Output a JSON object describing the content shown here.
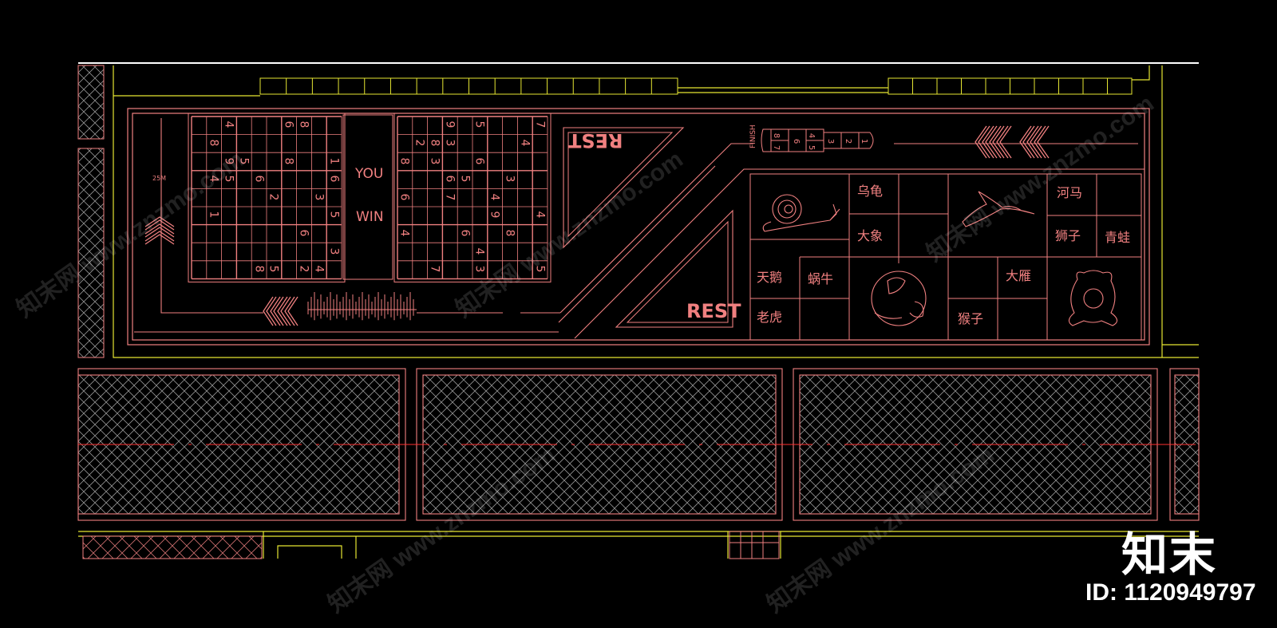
{
  "plan": {
    "colors": {
      "line": "#f08080",
      "border": "#e6e632",
      "white": "#ffffff",
      "background": "#000000",
      "dim_red": "#ff3030"
    },
    "labels": {
      "you": "YOU",
      "win": "WIN",
      "rest_top": "REST",
      "rest_bottom": "REST",
      "finish": "FINISH",
      "dist_25m": "25M"
    },
    "hopscotch_numbers": [
      "7",
      "8",
      "6",
      "5",
      "4",
      "3",
      "2",
      "1"
    ],
    "animals": {
      "tortoise": "乌龟",
      "elephant": "大象",
      "hippo": "河马",
      "lion": "狮子",
      "frog": "青蛙",
      "swan": "天鹅",
      "snail": "蜗牛",
      "tiger": "老虎",
      "goose": "大雁",
      "monkey": "猴子"
    },
    "sudoku_left": [
      {
        "n": "4",
        "r": 0,
        "c": 2
      },
      {
        "n": "6",
        "r": 0,
        "c": 6
      },
      {
        "n": "8",
        "r": 0,
        "c": 7
      },
      {
        "n": "8",
        "r": 1,
        "c": 1
      },
      {
        "n": "9",
        "r": 2,
        "c": 2
      },
      {
        "n": "5",
        "r": 2,
        "c": 3
      },
      {
        "n": "8",
        "r": 2,
        "c": 6
      },
      {
        "n": "1",
        "r": 2,
        "c": 9
      },
      {
        "n": "4",
        "r": 3,
        "c": 1
      },
      {
        "n": "5",
        "r": 3,
        "c": 2
      },
      {
        "n": "6",
        "r": 3,
        "c": 4
      },
      {
        "n": "6",
        "r": 3,
        "c": 9
      },
      {
        "n": "2",
        "r": 4,
        "c": 5
      },
      {
        "n": "3",
        "r": 4,
        "c": 8
      },
      {
        "n": "1",
        "r": 5,
        "c": 1
      },
      {
        "n": "5",
        "r": 5,
        "c": 9
      },
      {
        "n": "6",
        "r": 6,
        "c": 7
      },
      {
        "n": "3",
        "r": 7,
        "c": 9
      },
      {
        "n": "8",
        "r": 8,
        "c": 4
      },
      {
        "n": "5",
        "r": 8,
        "c": 5
      },
      {
        "n": "2",
        "r": 8,
        "c": 7
      },
      {
        "n": "4",
        "r": 8,
        "c": 8
      }
    ],
    "sudoku_right": [
      {
        "n": "9",
        "r": 0,
        "c": 3
      },
      {
        "n": "5",
        "r": 0,
        "c": 5
      },
      {
        "n": "7",
        "r": 0,
        "c": 9
      },
      {
        "n": "2",
        "r": 1,
        "c": 1
      },
      {
        "n": "8",
        "r": 1,
        "c": 2
      },
      {
        "n": "3",
        "r": 1,
        "c": 3
      },
      {
        "n": "4",
        "r": 1,
        "c": 8
      },
      {
        "n": "8",
        "r": 2,
        "c": 0
      },
      {
        "n": "3",
        "r": 2,
        "c": 2
      },
      {
        "n": "6",
        "r": 2,
        "c": 5
      },
      {
        "n": "6",
        "r": 3,
        "c": 3
      },
      {
        "n": "5",
        "r": 3,
        "c": 4
      },
      {
        "n": "3",
        "r": 3,
        "c": 7
      },
      {
        "n": "6",
        "r": 4,
        "c": 0
      },
      {
        "n": "7",
        "r": 4,
        "c": 3
      },
      {
        "n": "4",
        "r": 4,
        "c": 6
      },
      {
        "n": "9",
        "r": 5,
        "c": 6
      },
      {
        "n": "4",
        "r": 5,
        "c": 9
      },
      {
        "n": "4",
        "r": 6,
        "c": 0
      },
      {
        "n": "6",
        "r": 6,
        "c": 4
      },
      {
        "n": "8",
        "r": 6,
        "c": 7
      },
      {
        "n": "4",
        "r": 7,
        "c": 5
      },
      {
        "n": "7",
        "r": 8,
        "c": 2
      },
      {
        "n": "3",
        "r": 8,
        "c": 5
      },
      {
        "n": "5",
        "r": 8,
        "c": 9
      }
    ]
  },
  "brand": {
    "logo_text": "知末",
    "id_text": "ID: 1120949797",
    "watermark_text": "知末网 www.znzmo.com"
  }
}
